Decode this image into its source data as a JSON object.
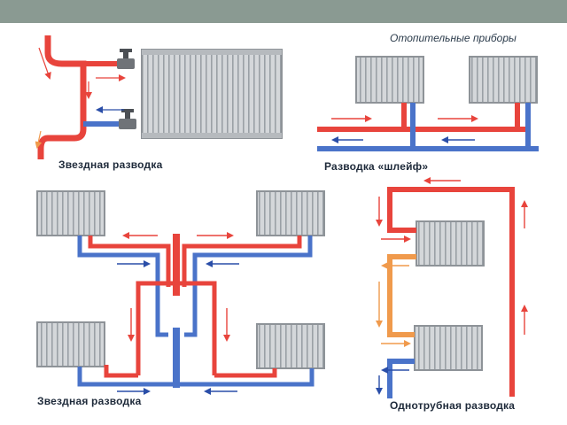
{
  "heading": "Отопительные приборы",
  "captions": {
    "star_top": "Звездная разводка",
    "loop": "Разводка «шлейф»",
    "star_bottom": "Звездная разводка",
    "single_pipe": "Однотрубная разводка"
  },
  "colors": {
    "supply": "#e8443c",
    "return": "#4a73c9",
    "cooled": "#f09a4c",
    "radiator_body": "#c9ccd0",
    "radiator_edge": "#8e9398",
    "background": "#ffffff",
    "top_bar": "#8a9a92"
  }
}
